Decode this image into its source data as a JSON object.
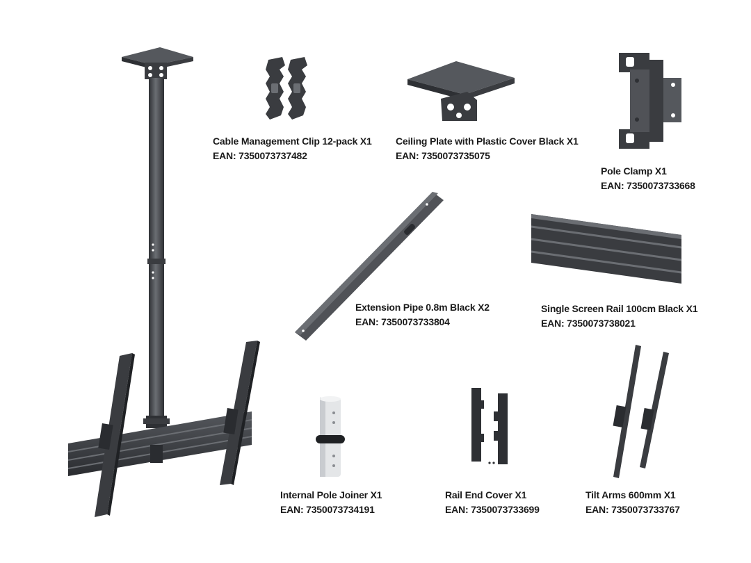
{
  "colors": {
    "metal_dark": "#3a3c40",
    "metal_mid": "#505257",
    "metal_light": "#6b6e73",
    "joiner_white": "#e4e6e8",
    "label_text": "#1b1b1b",
    "background": "#ffffff"
  },
  "products": [
    {
      "key": "cable-management-clip",
      "name": "Cable Management Clip 12-pack X1",
      "ean": "EAN: 7350073737482"
    },
    {
      "key": "ceiling-plate",
      "name": "Ceiling Plate with Plastic Cover Black X1",
      "ean": "EAN: 7350073735075"
    },
    {
      "key": "pole-clamp",
      "name": "Pole Clamp X1",
      "ean": "EAN: 7350073733668"
    },
    {
      "key": "extension-pipe",
      "name": "Extension Pipe 0.8m Black X2",
      "ean": "EAN: 7350073733804"
    },
    {
      "key": "single-screen-rail",
      "name": "Single Screen Rail 100cm Black X1",
      "ean": "EAN: 7350073738021"
    },
    {
      "key": "internal-pole-joiner",
      "name": "Internal Pole Joiner X1",
      "ean": "EAN: 7350073734191"
    },
    {
      "key": "rail-end-cover",
      "name": "Rail End Cover X1",
      "ean": "EAN: 7350073733699"
    },
    {
      "key": "tilt-arms",
      "name": "Tilt Arms 600mm X1",
      "ean": "EAN: 7350073733767"
    }
  ]
}
